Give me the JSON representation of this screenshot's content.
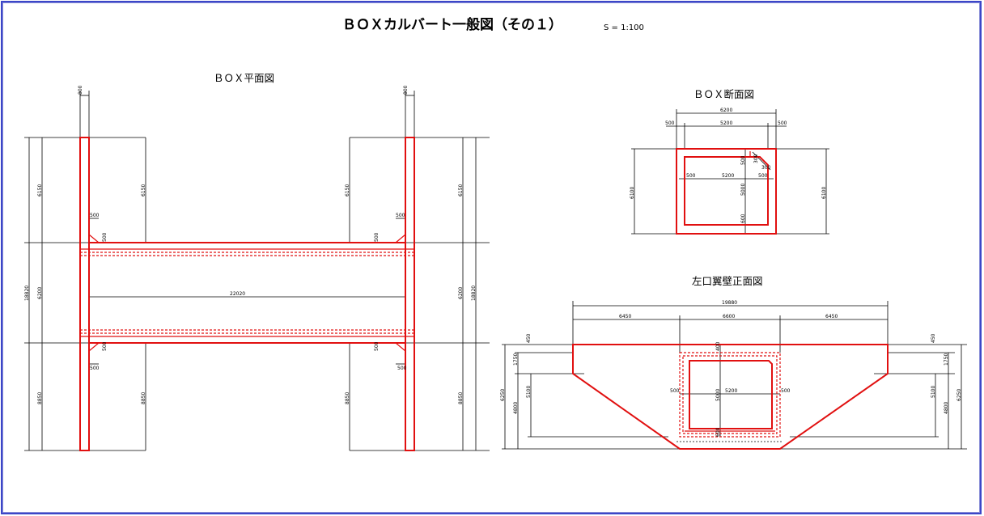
{
  "title": {
    "main": "ＢＯＸカルバート一般図（その１）",
    "scale": "S = 1:100"
  },
  "plan": {
    "heading": "ＢＯＸ平面図",
    "dims": {
      "wall_w_top_left": "800",
      "wall_w_top_right": "800",
      "wing_len_top_outer_left": "6150",
      "wing_len_top_inner_left": "6150",
      "wing_len_top_inner_right": "6150",
      "wing_len_top_outer_right": "6150",
      "box_w_left": "6200",
      "box_w_right": "6200",
      "total_left": "18820",
      "total_right": "18820",
      "wing_len_bot_outer_left": "8850",
      "wing_len_bot_inner_left": "8850",
      "wing_len_bot_inner_right": "8850",
      "wing_len_bot_outer_right": "8850",
      "haunch_a": "500",
      "haunch_b": "500",
      "haunch_c": "500",
      "haunch_d": "500",
      "haunch_e": "500",
      "haunch_f": "500",
      "haunch_g": "500",
      "haunch_h": "500",
      "length_center": "22020"
    }
  },
  "section": {
    "heading": "ＢＯＸ断面図",
    "dims": {
      "overall_w": "6200",
      "wall_l": "500",
      "inner_w": "5200",
      "wall_r": "500",
      "top_slab": "500",
      "haunch_top": "300",
      "haunch_side": "300",
      "inner_l": "500",
      "inner_mid": "5200",
      "inner_r": "500",
      "height_l": "6100",
      "height_r": "6100",
      "inner_h": "5000",
      "bottom_slab": "600"
    }
  },
  "wing": {
    "heading": "左口翼壁正面図",
    "dims": {
      "overall": "19880",
      "left_seg": "6450",
      "mid_seg": "6600",
      "right_seg": "6450",
      "top_l": "450",
      "top_r": "450",
      "coping_l": "1750",
      "coping_r": "1750",
      "h_total_l": "6250",
      "h_total_r": "6250",
      "h_l": "5100",
      "h_r": "5100",
      "h_body_l": "4800",
      "h_body_r": "4800",
      "box_top": "400",
      "box_wall_l": "500",
      "box_inner": "5200",
      "box_wall_r": "500",
      "box_h": "5000",
      "box_bot": "600"
    }
  },
  "colors": {
    "frame": "#3c46c8",
    "structure": "#e11010",
    "dimension": "#000000"
  }
}
